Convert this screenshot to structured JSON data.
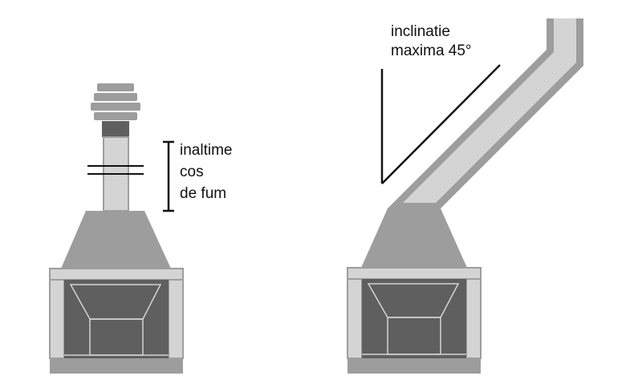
{
  "labels": {
    "height_line1": "inaltime",
    "height_line2": "cos",
    "height_line3": "de fum",
    "incline_line1": "inclinatie",
    "incline_line2": "maxima 45°"
  },
  "colors": {
    "light_gray": "#d4d4d4",
    "mid_gray": "#9d9d9d",
    "dark_gray": "#5f5f5f",
    "line": "#111111",
    "background": "#ffffff"
  }
}
